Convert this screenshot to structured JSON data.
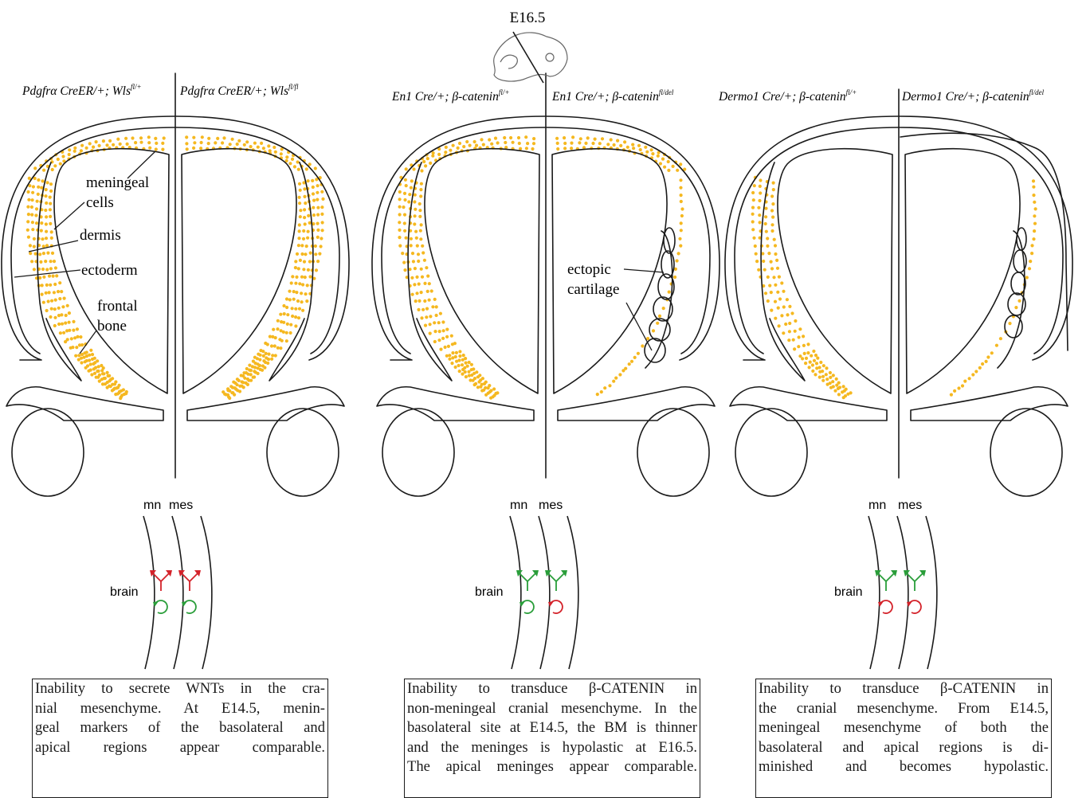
{
  "stage_label": "E16.5",
  "colors": {
    "dots": "#f5b820",
    "stroke": "#1a1a1a",
    "inactive": "#d4222a",
    "active": "#2a9e3a"
  },
  "panels": [
    {
      "left_genotype": "Pdgfrα CreER/+; Wls",
      "left_genotype_sup": "fl/+",
      "right_genotype": "Pdgfrα CreER/+; Wls",
      "right_genotype_sup": "fl/fl",
      "layer_left": "mn",
      "layer_right": "mes",
      "brain_label": "brain",
      "secretion_arrows": "red",
      "transduction_circles": [
        "green",
        "green"
      ],
      "caption": "Inability to secrete WNTs in the cranial mesenchyme. At E14.5, meningeal markers of the basolateral and apical regions appear comparable.",
      "caption_lines": [
        "Inability to secrete WNTs in the cra-",
        "nial mesenchyme. At E14.5, menin-",
        "geal markers of the basolateral and",
        "apical regions appear comparable."
      ]
    },
    {
      "left_genotype": "En1 Cre/+; β-catenin",
      "left_genotype_sup": "fl/+",
      "right_genotype": "En1 Cre/+; β-catenin",
      "right_genotype_sup": "fl/del",
      "layer_left": "mn",
      "layer_right": "mes",
      "brain_label": "brain",
      "secretion_arrows": "green",
      "transduction_circles": [
        "green",
        "red"
      ],
      "caption": "Inability to transduce β-CATENIN in non-meningeal cranial mesenchyme. In the basolateral site at E14.5, the BM is thinner and the meninges is hypolastic at E16.5. The apical meninges appear comparable.",
      "caption_lines": [
        "Inability to transduce β-CATENIN in",
        "non-meningeal cranial mesenchyme. In the",
        "basolateral site at E14.5, the BM is thinner",
        "and the meninges is hypolastic at E16.5.",
        "The apical meninges appear comparable."
      ]
    },
    {
      "left_genotype": "Dermo1 Cre/+; β-catenin",
      "left_genotype_sup": "fl/+",
      "right_genotype": "Dermo1 Cre/+; β-catenin",
      "right_genotype_sup": "fl/del",
      "layer_left": "mn",
      "layer_right": "mes",
      "brain_label": "brain",
      "secretion_arrows": "green",
      "transduction_circles": [
        "red",
        "red"
      ],
      "caption": "Inability to transduce β-CATENIN in the cranial mesenchyme. From E14.5, meningeal mesenchyme of both the basolateral and apical regions is diminished and becomes hypolastic.",
      "caption_lines": [
        "Inability to transduce β-CATENIN in",
        "the cranial mesenchyme. From E14.5,",
        "meningeal mesenchyme of both the",
        "basolateral and apical regions is di-",
        "minished and becomes hypolastic."
      ]
    }
  ],
  "annotations": {
    "meningeal_cells": [
      "meningeal",
      "cells"
    ],
    "dermis": "dermis",
    "ectoderm": "ectoderm",
    "frontal_bone": [
      "frontal",
      "bone"
    ],
    "ectopic_cartilage": [
      "ectopic",
      "cartilage"
    ]
  }
}
